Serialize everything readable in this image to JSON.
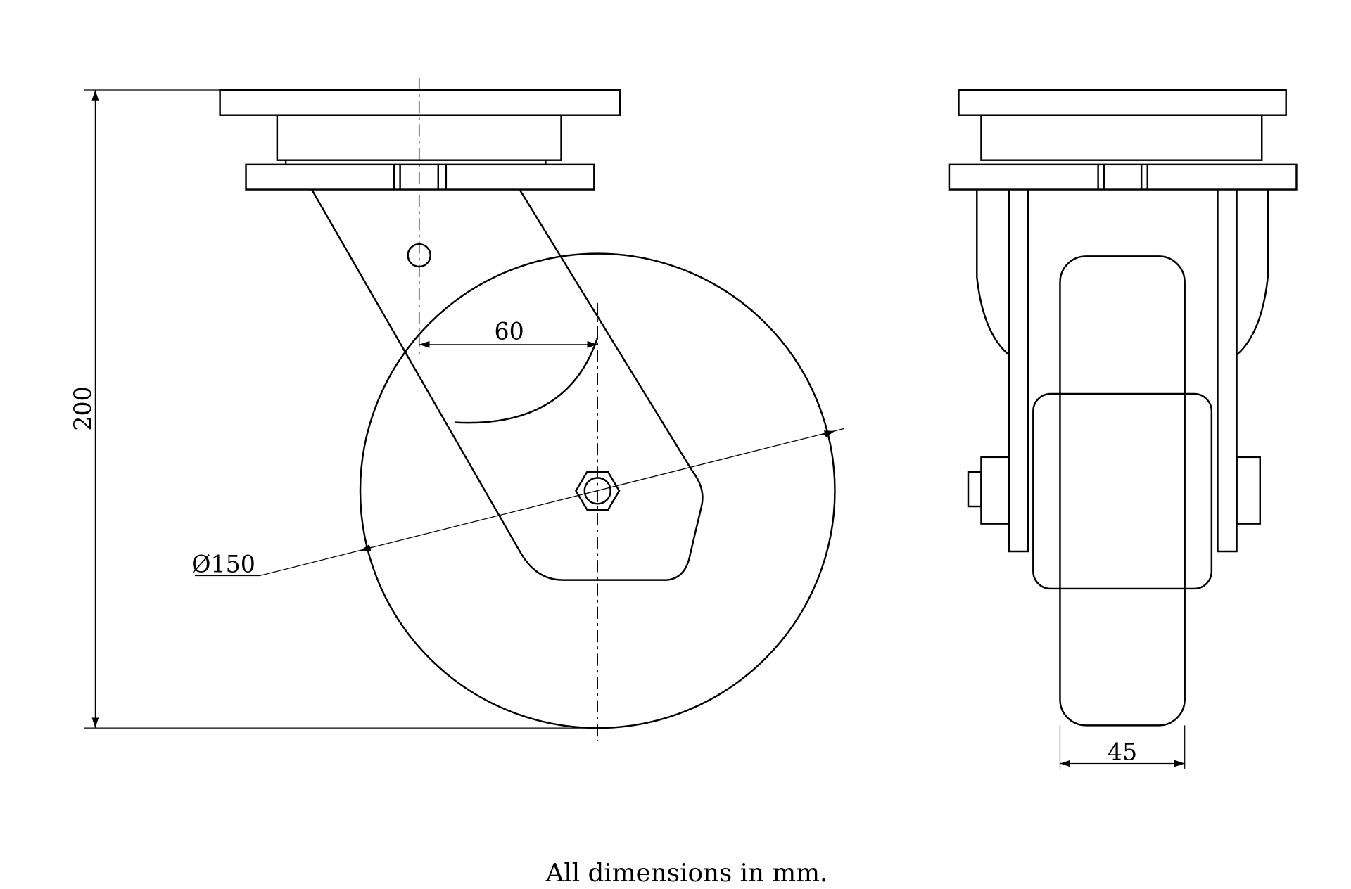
{
  "drawing": {
    "dim_height": "200",
    "dim_offset": "60",
    "dim_diameter": "Ø150",
    "dim_width": "45",
    "caption": "All dimensions in mm."
  }
}
